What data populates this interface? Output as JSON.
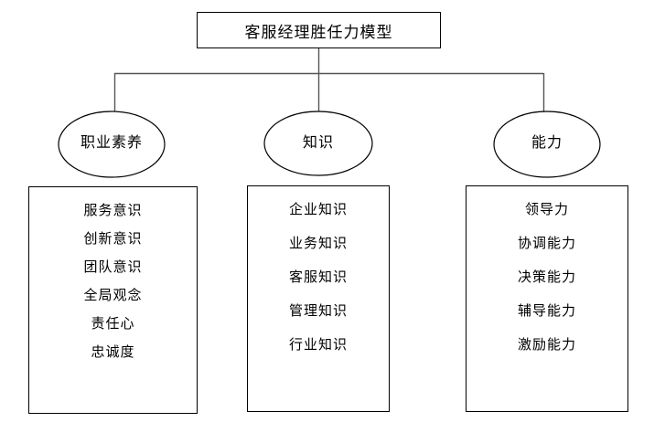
{
  "diagram": {
    "type": "hierarchy-tree",
    "root": {
      "label": "客服经理胜任力模型",
      "shape": "rectangle"
    },
    "branches": [
      {
        "label": "职业素养",
        "shape": "ellipse",
        "items": [
          "服务意识",
          "创新意识",
          "团队意识",
          "全局观念",
          "责任心",
          "忠诚度"
        ]
      },
      {
        "label": "知识",
        "shape": "ellipse",
        "items": [
          "企业知识",
          "业务知识",
          "客服知识",
          "管理知识",
          "行业知识"
        ]
      },
      {
        "label": "能力",
        "shape": "ellipse",
        "items": [
          "领导力",
          "协调能力",
          "决策能力",
          "辅导能力",
          "激励能力"
        ]
      }
    ],
    "colors": {
      "background": "#ffffff",
      "stroke": "#000000",
      "connector": "#555555",
      "text": "#000000"
    }
  }
}
